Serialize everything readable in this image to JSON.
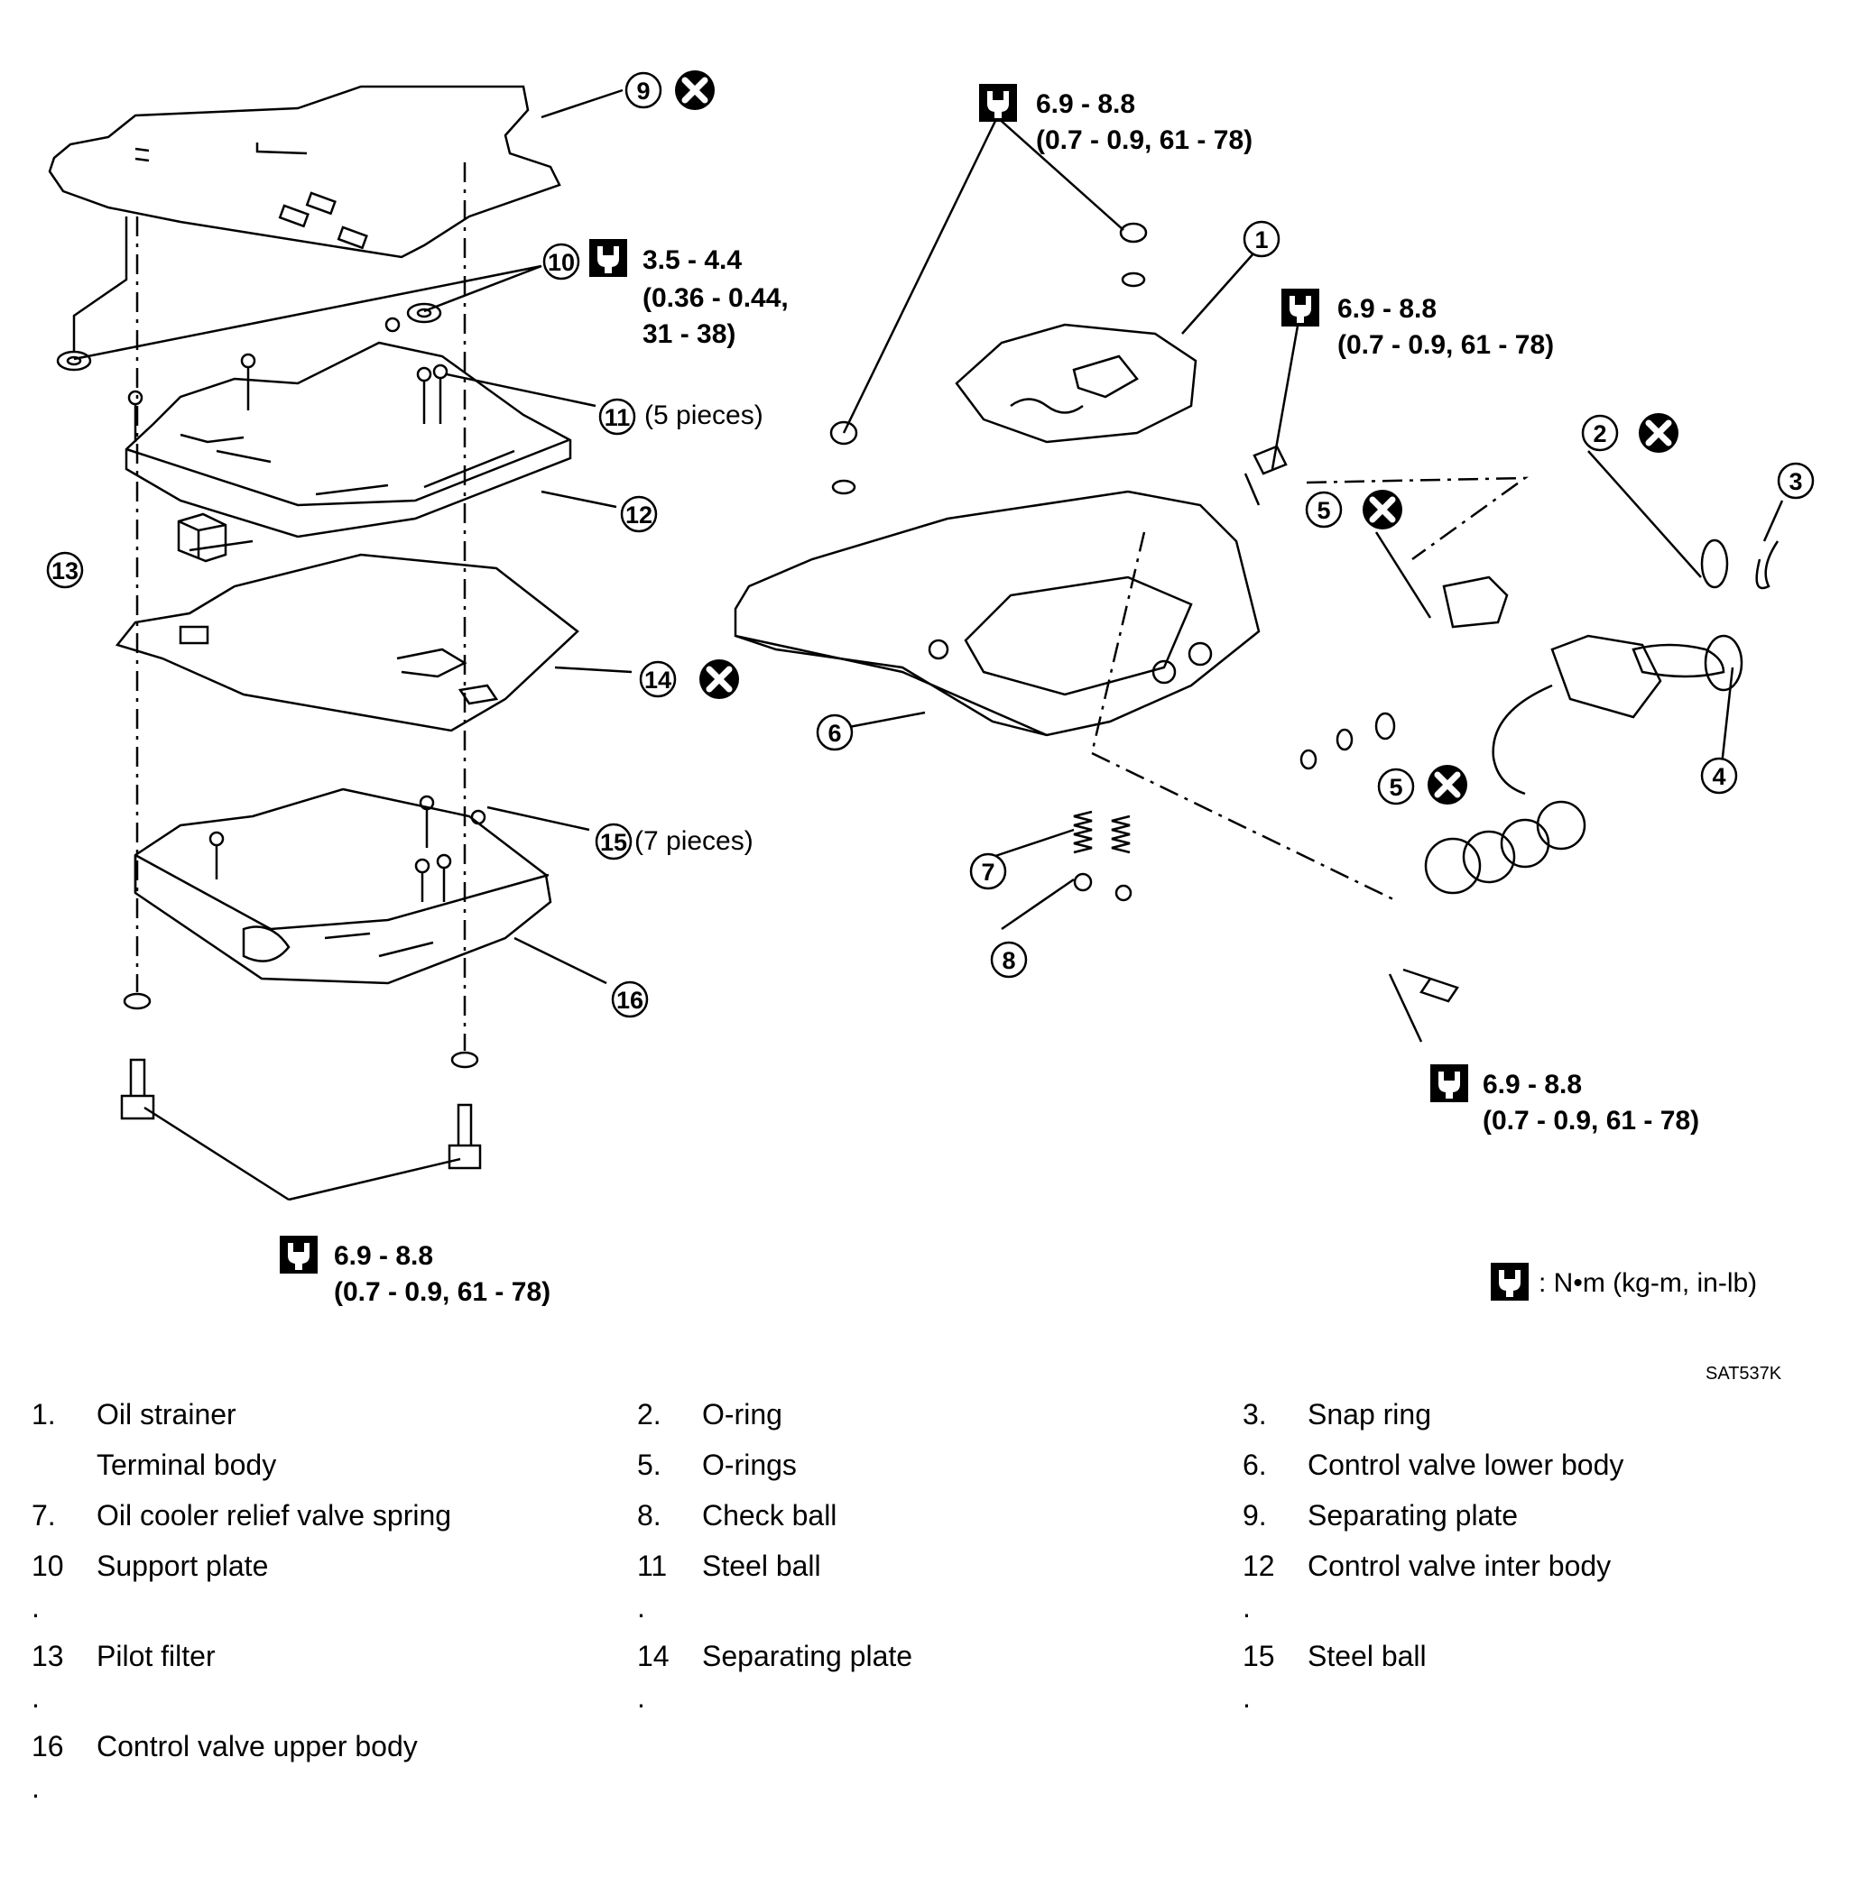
{
  "diagram": {
    "code": "SAT537K",
    "torque_units": ": N•m (kg-m, in-lb)",
    "torque_top": {
      "value": "6.9 - 8.8",
      "sub": "(0.7 - 0.9, 61 - 78)"
    },
    "torque_support": {
      "value": "3.5 - 4.4",
      "sub1": "(0.36 - 0.44,",
      "sub2": "31 - 38)"
    },
    "torque_terminal": {
      "value": "6.9 - 8.8",
      "sub": "(0.7 - 0.9, 61 - 78)"
    },
    "torque_bottom_right": {
      "value": "6.9 - 8.8",
      "sub": "(0.7 - 0.9, 61 - 78)"
    },
    "torque_bottom_left": {
      "value": "6.9 - 8.8",
      "sub": "(0.7 - 0.9, 61 - 78)"
    },
    "note_11": "(5 pieces)",
    "note_15": "(7 pieces)",
    "callouts": [
      "1",
      "2",
      "3",
      "4",
      "5",
      "6",
      "7",
      "8",
      "9",
      "10",
      "11",
      "12",
      "13",
      "14",
      "15",
      "16"
    ],
    "icons": [
      "torque-wrench-icon",
      "do-not-reuse-icon"
    ]
  },
  "legend": [
    {
      "num": "1.",
      "label": "Oil strainer"
    },
    {
      "num": "2.",
      "label": "O-ring"
    },
    {
      "num": "3.",
      "label": "Snap ring"
    },
    {
      "num": "",
      "label": "Terminal body"
    },
    {
      "num": "5.",
      "label": "O-rings"
    },
    {
      "num": "6.",
      "label": "Control valve lower body"
    },
    {
      "num": "7.",
      "label": "Oil cooler relief valve spring"
    },
    {
      "num": "8.",
      "label": "Check ball"
    },
    {
      "num": "9.",
      "label": "Separating plate"
    },
    {
      "num": "10",
      "label": "Support plate"
    },
    {
      "num": "11",
      "label": "Steel ball"
    },
    {
      "num": "12",
      "label": "Control valve inter body"
    },
    {
      "num": "13",
      "label": "Pilot filter"
    },
    {
      "num": "14",
      "label": "Separating plate"
    },
    {
      "num": "15",
      "label": "Steel ball"
    },
    {
      "num": "16",
      "label": "Control valve upper body"
    }
  ],
  "legend_dots": [
    "."
  ]
}
